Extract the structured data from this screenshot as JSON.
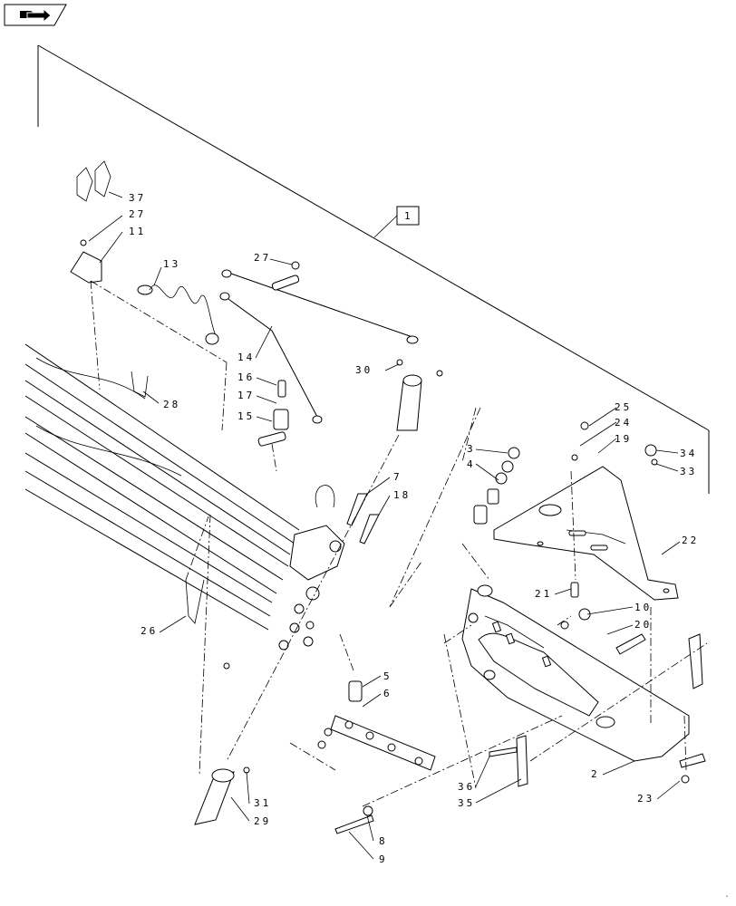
{
  "assembly_label": "1",
  "nav_icon": "arrow-icon",
  "callouts": {
    "c2": "2",
    "c3": "3",
    "c4": "4",
    "c5": "5",
    "c6": "6",
    "c7": "7",
    "c8": "8",
    "c9": "9",
    "c10": "10",
    "c11": "11",
    "c13": "13",
    "c14": "14",
    "c15": "15",
    "c16": "16",
    "c17": "17",
    "c18": "18",
    "c19": "19",
    "c20": "20",
    "c21": "21",
    "c22": "22",
    "c23": "23",
    "c24": "24",
    "c25": "25",
    "c26": "26",
    "c27a": "27",
    "c27b": "27",
    "c28": "28",
    "c29": "29",
    "c30": "30",
    "c31": "31",
    "c33": "33",
    "c34": "34",
    "c35": "35",
    "c36": "36",
    "c37": "37"
  }
}
